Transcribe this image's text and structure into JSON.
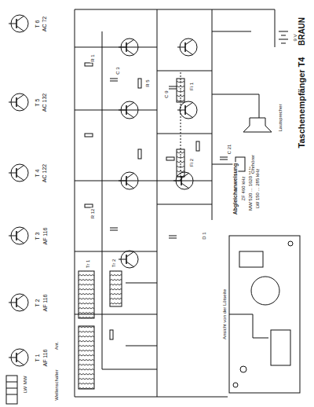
{
  "diagram": {
    "title": "Taschenempfänger T4",
    "labels": [
      "BRAUN",
      "T 6",
      "AC 72",
      "T 5",
      "AC 132",
      "T 4",
      "AC 122",
      "T 3",
      "AF 116",
      "T 2",
      "AF 116",
      "T 1",
      "AF 116",
      "Abgleichanweisung",
      "ZF 460 kHz",
      "MW 520 ... 1620 kHz",
      "LW 150 ... 285 kHz",
      "Ansicht von der Lötseite",
      "Lautsprecher",
      "Ohrhörer",
      "9 V",
      "Wellenschalter",
      "MW",
      "LW",
      "Ant.",
      "R 1",
      "R 5",
      "R 12",
      "C 3",
      "C 9",
      "C 21",
      "Tr 1",
      "Tr 2",
      "Fi 1",
      "Fi 2",
      "D 1"
    ]
  }
}
